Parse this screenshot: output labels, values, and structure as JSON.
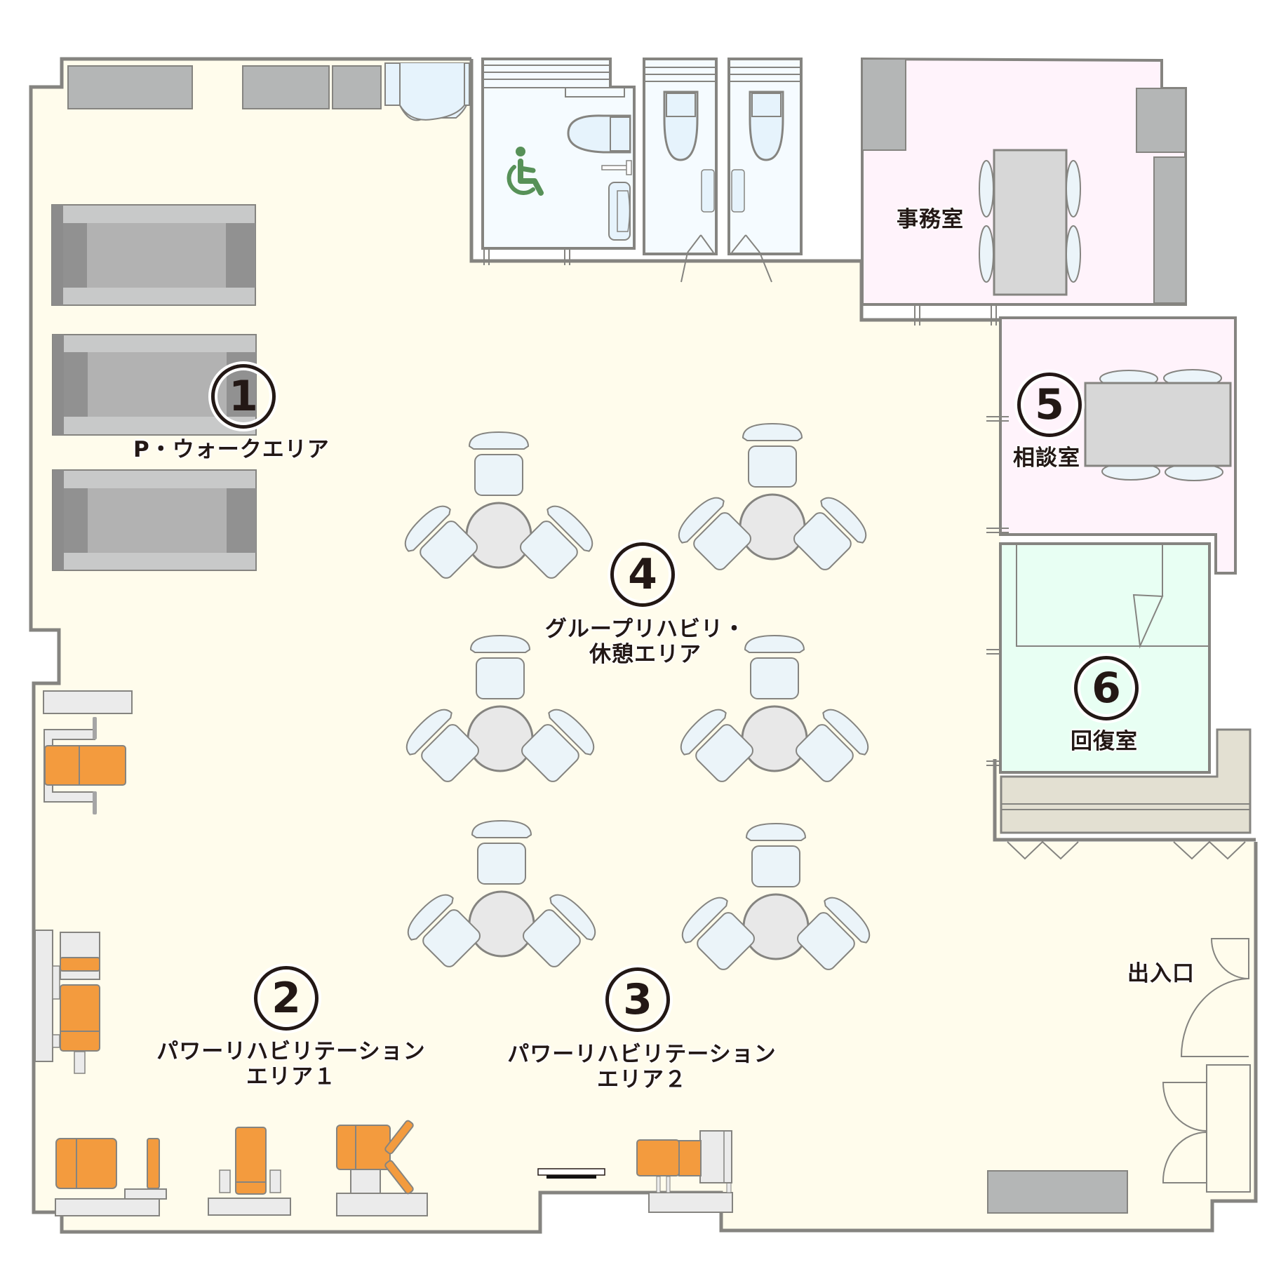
{
  "colors": {
    "floor_main": "#fffcec",
    "office_pink": "#fff3fb",
    "recovery_green": "#e8fff3",
    "restroom_blue": "#f5fbff",
    "wall": "#858480",
    "furniture_gray": "#b4b6b6",
    "equipment_orange": "#f39b3e",
    "accessible_green": "#579158",
    "text": "#231815"
  },
  "areas": [
    {
      "id": 1,
      "number": "1",
      "glyph": "①",
      "label": "P・ウォークエリア"
    },
    {
      "id": 2,
      "number": "2",
      "glyph": "②",
      "label_line1": "パワーリハビリテーション",
      "label_line2": "エリア１"
    },
    {
      "id": 3,
      "number": "3",
      "glyph": "③",
      "label_line1": "パワーリハビリテーション",
      "label_line2": "エリア２"
    },
    {
      "id": 4,
      "number": "4",
      "glyph": "④",
      "label_line1": "グループリハビリ・",
      "label_line2": "休憩エリア"
    },
    {
      "id": 5,
      "number": "5",
      "glyph": "⑤",
      "label": "相談室"
    },
    {
      "id": 6,
      "number": "6",
      "glyph": "⑥",
      "label": "回復室"
    }
  ],
  "rooms": {
    "office": "事務室",
    "entrance": "出入口"
  },
  "icons": {
    "accessible_toilet": "wheelchair-icon"
  }
}
